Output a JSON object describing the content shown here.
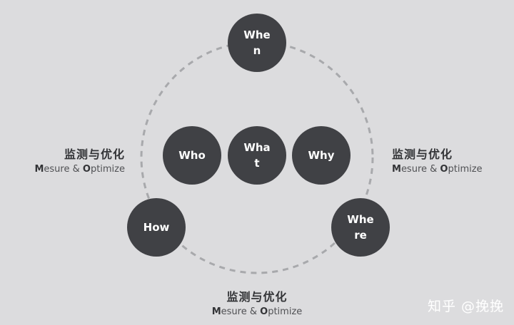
{
  "nodes": {
    "when": "When",
    "who": "Who",
    "what": "What",
    "why": "Why",
    "how": "How",
    "where": "Where"
  },
  "labels": {
    "left": {
      "zh": "监测与优化",
      "en_m": "M",
      "en_mid": "esure & ",
      "en_o": "O",
      "en_end": "ptimize"
    },
    "right": {
      "zh": "监测与优化",
      "en_m": "M",
      "en_mid": "esure & ",
      "en_o": "O",
      "en_end": "ptimize"
    },
    "bottom": {
      "zh": "监测与优化",
      "en_m": "M",
      "en_mid": "esure & ",
      "en_o": "O",
      "en_end": "ptimize"
    }
  },
  "watermark": "知乎 @挽挽",
  "colors": {
    "background": "#dcdcde",
    "node": "#404145",
    "dashed_ring": "#a8a9ac"
  }
}
